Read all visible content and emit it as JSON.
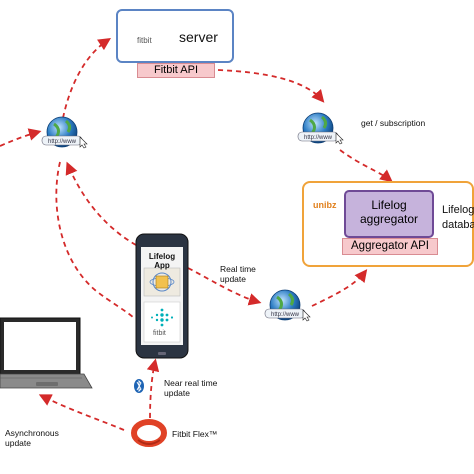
{
  "server": {
    "logo_text": "fitbit",
    "label": "server",
    "api_label": "Fitbit API"
  },
  "aggregator": {
    "org_label": "unibz",
    "box_label": "Lifelog aggregator",
    "api_label": "Aggregator API",
    "db_label": "Lifelog database"
  },
  "phone": {
    "app_label": "Lifelog App",
    "logo_text": "fitbit"
  },
  "labels": {
    "get_subscription": "get / subscription",
    "real_time": "Real time update",
    "near_real_time": "Near real time update",
    "asynchronous": "Asynchronous update",
    "fitbit_flex": "Fitbit Flex™"
  },
  "colors": {
    "arrow": "#d42a2a",
    "server_border": "#5b84c4",
    "aggregator_border": "#f0a33a",
    "api_fill": "#f7c9cc",
    "aggregator_fill": "#c6b3dc",
    "database_fill": "#c7dcf0"
  }
}
